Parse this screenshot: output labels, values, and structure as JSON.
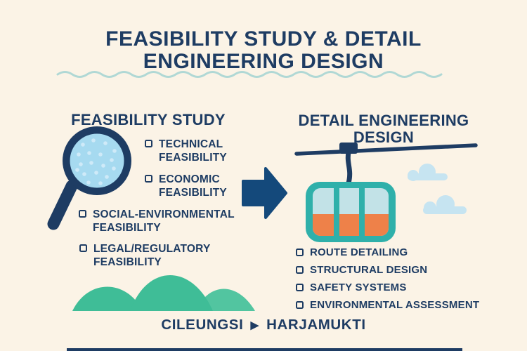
{
  "title": "FEASIBILITY STUDY & DETAIL\nENGINEERING DESIGN",
  "left_section": {
    "heading": "FEASIBILITY STUDY",
    "items": [
      "TECHNICAL\nFEASIBILITY",
      "ECONOMIC\nFEASIBILITY",
      "SOCIAL-ENVIRONMENTAL\nFEASIBILITY",
      "LEGAL/REGULATORY\nFEASIBILITY"
    ]
  },
  "right_section": {
    "heading": "DETAIL ENGINEERING\nDESIGN",
    "items": [
      "ROUTE DETAILING",
      "STRUCTURAL DESIGN",
      "SAFETY SYSTEMS",
      "ENVIRONMENTAL ASSESSMENT"
    ]
  },
  "footer": {
    "from": "CILEUNGSI",
    "separator_icon": "▶",
    "to": "HARJAMUKTI"
  },
  "icons": {
    "checkbox": "empty-checkbox",
    "magnifier": "magnifying-glass",
    "arrow": "right-arrow",
    "cable_car": "gondola-cable-car",
    "hills": "green-hills",
    "clouds": "clouds",
    "divider": "wavy-line"
  },
  "colors": {
    "background": "#FBF3E6",
    "navy": "#1E3C63",
    "arrow_navy": "#14497B",
    "teal": "#2FB0AA",
    "orange": "#EE8149",
    "window_blue": "#C2E2E7",
    "lens_blue": "#A6DAF0",
    "speckle_blue": "#CFEAF8",
    "wave": "#B0D8D5",
    "hill_green": "#3FBD97",
    "hill_green_light": "#52C5A0",
    "cloud_blue": "#C6E4F1"
  }
}
